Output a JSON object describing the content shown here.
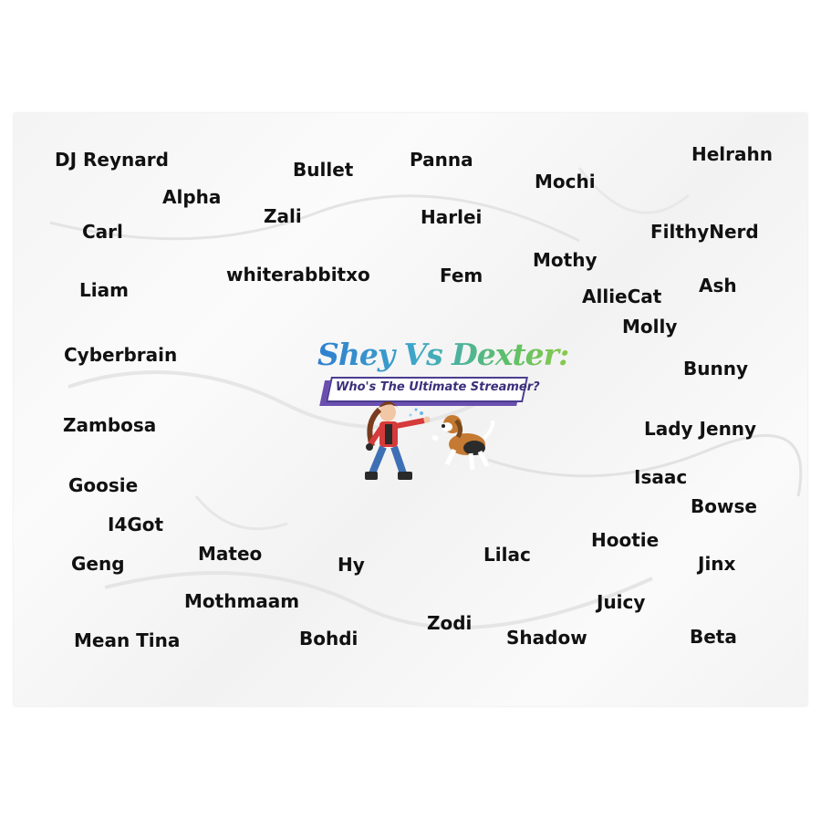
{
  "logo": {
    "title": "Shey Vs Dexter:",
    "subtitle": "Who's The Ultimate Streamer?"
  },
  "names": [
    "DJ Reynard",
    "Bullet",
    "Panna",
    "Mochi",
    "Helrahn",
    "Alpha",
    "Zali",
    "Harlei",
    "Carl",
    "FilthyNerd",
    "whiterabbitxo",
    "Fem",
    "Mothy",
    "Liam",
    "AllieCat",
    "Ash",
    "Molly",
    "Cyberbrain",
    "Bunny",
    "Zambosa",
    "Lady Jenny",
    "Goosie",
    "Isaac",
    "Bowse",
    "I4Got",
    "Hootie",
    "Geng",
    "Mateo",
    "Hy",
    "Lilac",
    "Jinx",
    "Mothmaam",
    "Juicy",
    "Zodi",
    "Mean Tina",
    "Bohdi",
    "Shadow",
    "Beta"
  ],
  "colors": {
    "text": "#111111",
    "blanket": "#f6f6f6",
    "logo_blue": "#2f7fd0",
    "logo_green": "#89c94d",
    "logo_purple": "#4a3d8f"
  }
}
